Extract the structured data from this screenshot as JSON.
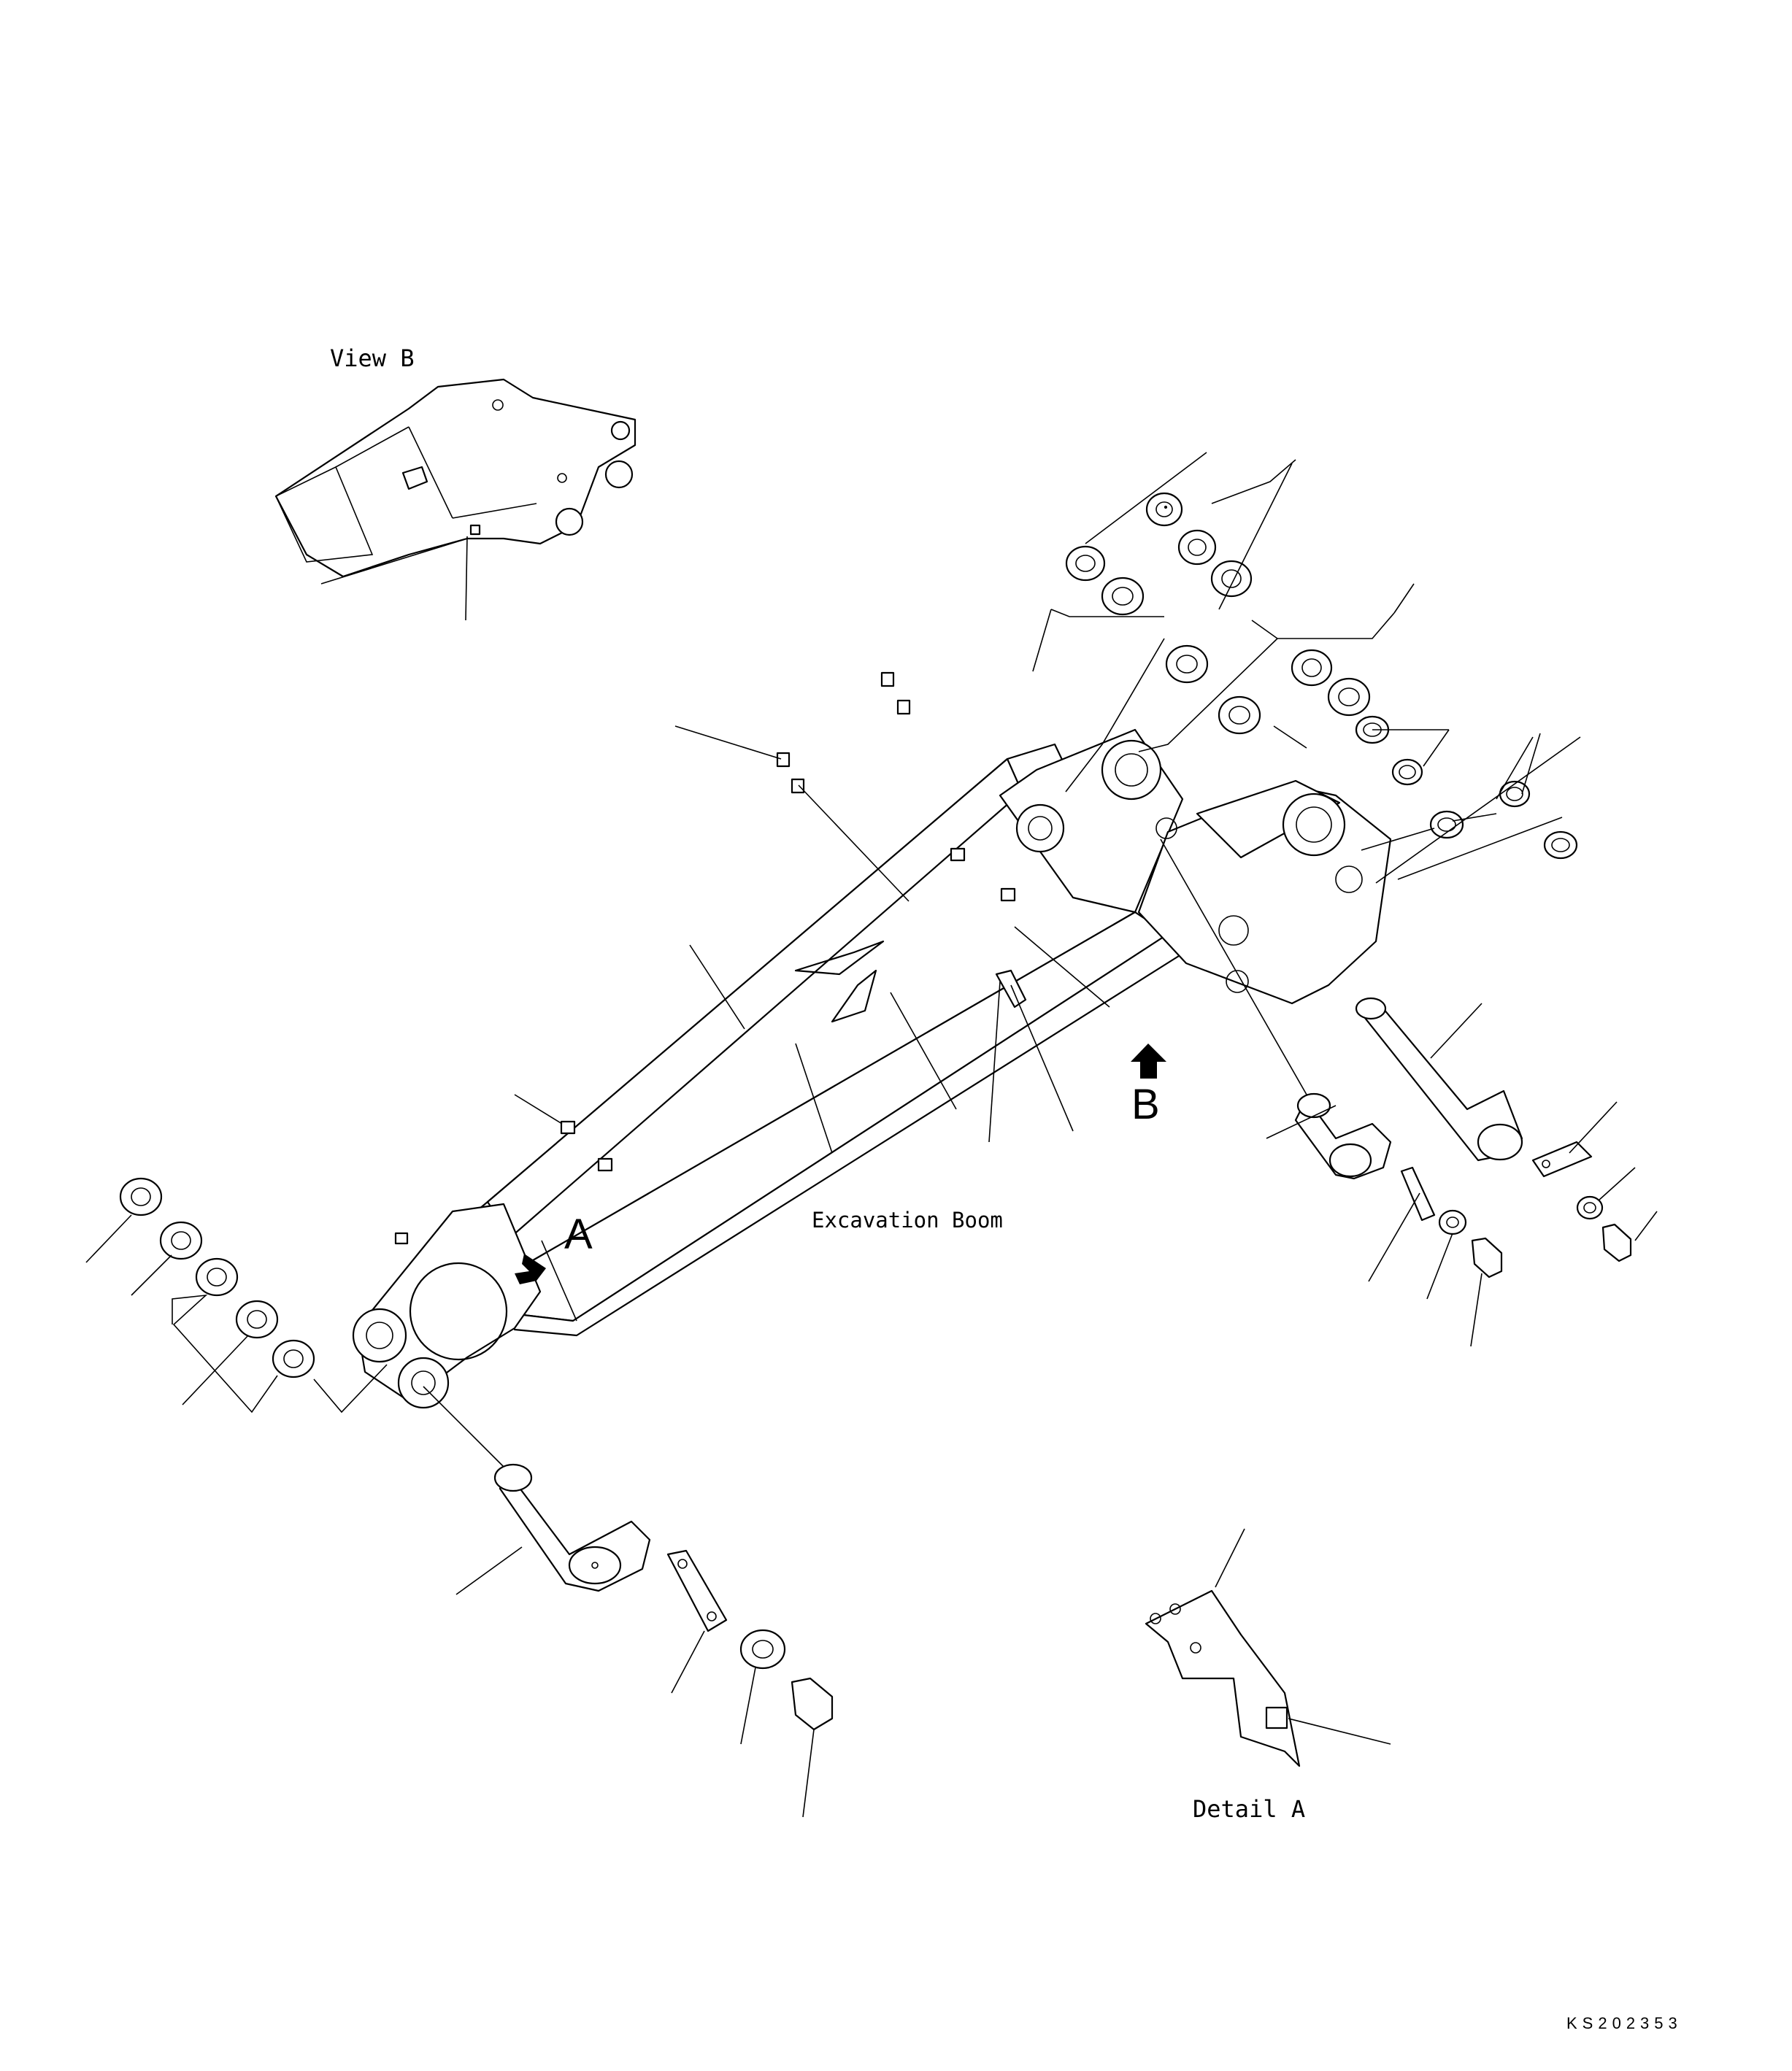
{
  "labels": {
    "view_b": "View B",
    "boom": "Excavation Boom",
    "detail_a": "Detail A",
    "marker_a": "A",
    "marker_b": "B",
    "drawing_code": "KS202353"
  }
}
